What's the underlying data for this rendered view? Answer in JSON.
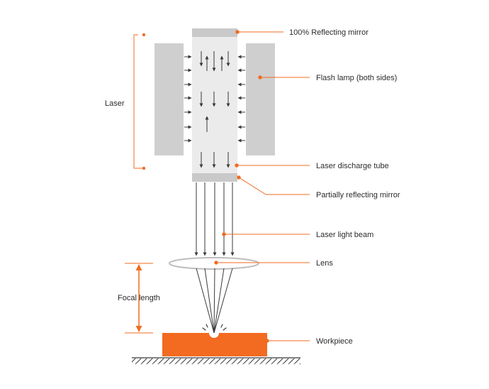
{
  "labels": {
    "reflecting_mirror": "100% Reflecting mirror",
    "flash_lamp": "Flash lamp (both sides)",
    "laser": "Laser",
    "discharge_tube": "Laser discharge tube",
    "partial_mirror": "Partially reflecting mirror",
    "beam": "Laser light beam",
    "lens": "Lens",
    "focal_length": "Focal length",
    "workpiece": "Workpiece"
  },
  "colors": {
    "accent": "#f26b21",
    "lamp": "#cfcfcf",
    "tube": "#ebebeb",
    "mirror": "#c9c9c9",
    "line": "#3a3a3a"
  }
}
